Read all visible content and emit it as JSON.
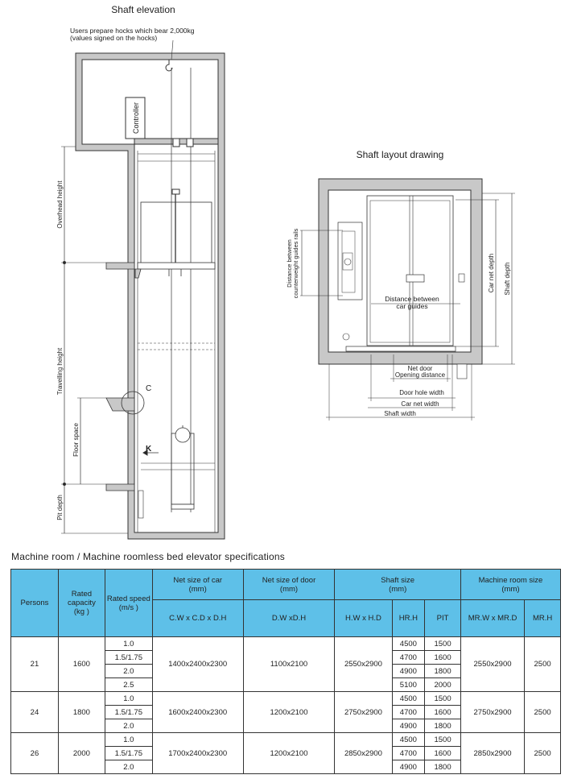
{
  "elevation": {
    "title": "Shaft elevation",
    "hook_note_line1": "Users prepare hocks which bear 2,000kg",
    "hook_note_line2": "(values signed on the hocks)",
    "controller": "Controller",
    "overhead_height": "Overhead height",
    "travelling_height": "Travelling height",
    "floor_space": "Floor space",
    "pit_depth": "Pit depth",
    "marker_c": "C",
    "marker_k": "K"
  },
  "layout": {
    "title": "Shaft layout drawing",
    "cw_rails_line1": "Distance between",
    "cw_rails_line2": "counterweight guides rails",
    "car_guides_line1": "Distance between",
    "car_guides_line2": "car guides",
    "car_net_depth": "Car net depth",
    "shaft_depth": "Shaft depth",
    "net_door_line1": "Net door",
    "net_door_line2": "Opening distance",
    "door_hole_width": "Door hole width",
    "car_net_width": "Car net width",
    "shaft_width": "Shaft width"
  },
  "table": {
    "title": "Machine room / Machine roomless bed elevator specifications",
    "headers": {
      "persons": "Persons",
      "rated_capacity": "Rated capacity",
      "capacity_unit": "(kg )",
      "rated_speed": "Rated speed",
      "speed_unit": "(m/s )",
      "net_car": "Net size of car",
      "net_car_unit": "(mm)",
      "net_door": "Net size of door",
      "net_door_unit": "(mm)",
      "shaft": "Shaft size",
      "shaft_unit": "(mm)",
      "machine_room": "Machine room size",
      "machine_room_unit": "(mm)",
      "car_dims": "C.W x C.D x D.H",
      "door_dims": "D.W xD.H",
      "shaft_dims": "H.W x H.D",
      "hrh": "HR.H",
      "pit": "PIT",
      "mr_dims": "MR.W x MR.D",
      "mrh": "MR.H"
    },
    "groups": [
      {
        "persons": "21",
        "capacity": "1600",
        "car": "1400x2400x2300",
        "door": "1100x2100",
        "shaft": "2550x2900",
        "mr": "2550x2900",
        "mrh": "2500",
        "rows": [
          {
            "speed": "1.0",
            "hrh": "4500",
            "pit": "1500"
          },
          {
            "speed": "1.5/1.75",
            "hrh": "4700",
            "pit": "1600"
          },
          {
            "speed": "2.0",
            "hrh": "4900",
            "pit": "1800"
          },
          {
            "speed": "2.5",
            "hrh": "5100",
            "pit": "2000"
          }
        ]
      },
      {
        "persons": "24",
        "capacity": "1800",
        "car": "1600x2400x2300",
        "door": "1200x2100",
        "shaft": "2750x2900",
        "mr": "2750x2900",
        "mrh": "2500",
        "rows": [
          {
            "speed": "1.0",
            "hrh": "4500",
            "pit": "1500"
          },
          {
            "speed": "1.5/1.75",
            "hrh": "4700",
            "pit": "1600"
          },
          {
            "speed": "2.0",
            "hrh": "4900",
            "pit": "1800"
          }
        ]
      },
      {
        "persons": "26",
        "capacity": "2000",
        "car": "1700x2400x2300",
        "door": "1200x2100",
        "shaft": "2850x2900",
        "mr": "2850x2900",
        "mrh": "2500",
        "rows": [
          {
            "speed": "1.0",
            "hrh": "4500",
            "pit": "1500"
          },
          {
            "speed": "1.5/1.75",
            "hrh": "4700",
            "pit": "1600"
          },
          {
            "speed": "2.0",
            "hrh": "4900",
            "pit": "1800"
          }
        ]
      }
    ]
  }
}
